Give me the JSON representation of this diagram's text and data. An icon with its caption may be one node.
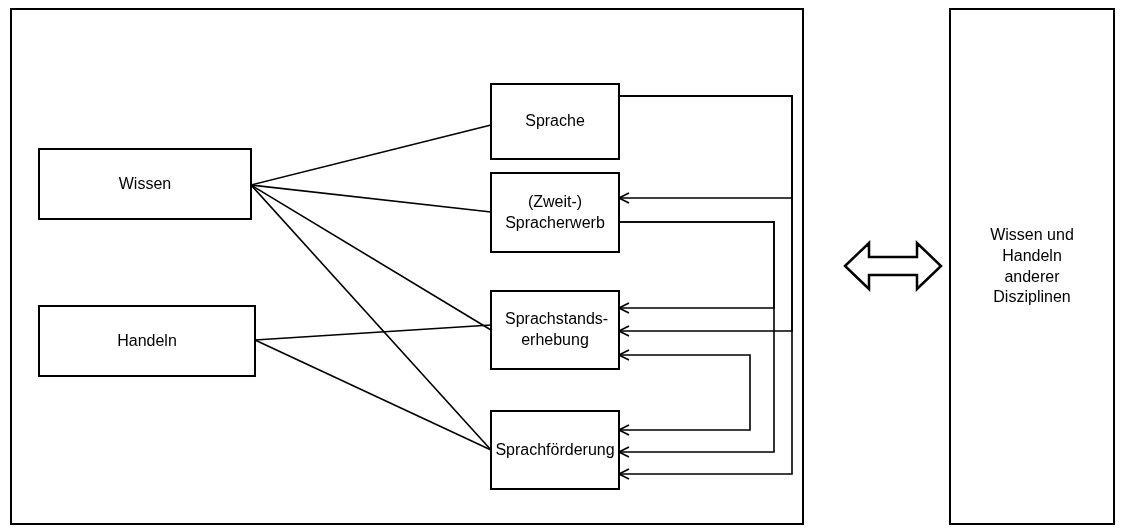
{
  "diagram": {
    "nodes": [
      {
        "text": [],
        "shape": "box"
      },
      {
        "text": [
          "Wissen"
        ],
        "in": 0
      },
      {
        "text": [
          "Handeln"
        ],
        "in": 0
      },
      {
        "text": [
          "Sprache"
        ],
        "in": 0
      },
      {
        "text": [
          "(Zweit-) Spracherwerb"
        ],
        "in": 0
      },
      {
        "text": [
          "Sprachstands- erhebung"
        ],
        "in": 0
      },
      {
        "text": [
          "Sprachförderung"
        ],
        "in": 0
      },
      {
        "text": [
          "Wissen und Handeln anderer Disziplinen"
        ]
      }
    ],
    "edges": [
      {
        "from": 1,
        "to": 3,
        "arrow": "none"
      },
      {
        "from": 1,
        "to": 4,
        "arrow": "none"
      },
      {
        "from": 1,
        "to": 5,
        "arrow": "none"
      },
      {
        "from": 1,
        "to": 6,
        "arrow": "none"
      },
      {
        "from": 2,
        "to": 5,
        "arrow": "none"
      },
      {
        "from": 2,
        "to": 6,
        "arrow": "none"
      },
      {
        "from": 3,
        "to": 4,
        "arrow": "to"
      },
      {
        "from": 3,
        "to": 5,
        "arrow": "to"
      },
      {
        "from": 3,
        "to": 6,
        "arrow": "to"
      },
      {
        "from": 4,
        "to": 5,
        "arrow": "to"
      },
      {
        "from": 4,
        "to": 6,
        "arrow": "to"
      },
      {
        "from": 5,
        "to": 6,
        "arrow": "both"
      },
      {
        "from": 0,
        "to": 7,
        "arrow": "both",
        "style": "thick"
      }
    ]
  }
}
